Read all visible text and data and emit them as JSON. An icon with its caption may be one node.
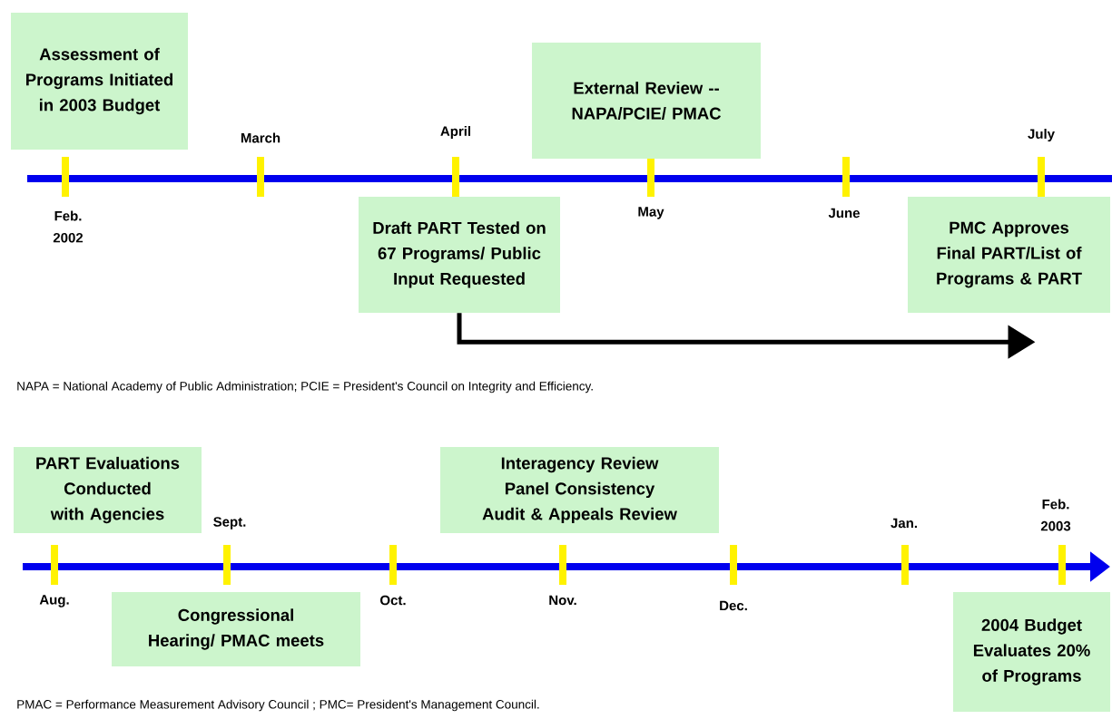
{
  "diagram": {
    "nodes": [
      {
        "text": [
          "Assessment of Programs Initiated in 2003 Budget"
        ]
      },
      {
        "text": [
          "External Review -- NAPA/PCIE/ PMAC"
        ]
      },
      {
        "text": [
          "Draft PART Tested on 67 Programs/ Public Input Requested"
        ]
      },
      {
        "text": [
          "PMC Approves Final PART/List of Programs & PART"
        ]
      },
      {
        "text": [
          "PART Evaluations Conducted with Agencies"
        ]
      },
      {
        "text": [
          "Interagency Review Panel Consistency Audit & Appeals Review"
        ]
      },
      {
        "text": [
          "Congressional Hearing/ PMAC meets"
        ]
      },
      {
        "text": [
          "2004 Budget Evaluates 20% of Programs"
        ]
      }
    ],
    "edges": [
      {
        "from": 2,
        "to": 3,
        "arrow": "to"
      }
    ],
    "labels": [
      "March",
      "April",
      "July",
      "Feb. 2002",
      "May",
      "June",
      "NAPA = National Academy of Public Administration; PCIE = President's Council on Integrity and Efficiency.",
      "Sept.",
      "Jan.",
      "Feb. 2003",
      "Aug.",
      "Oct.",
      "Nov.",
      "Dec.",
      "PMAC = Performance Measurement Advisory Council ; PMC= President's Management Council."
    ]
  }
}
